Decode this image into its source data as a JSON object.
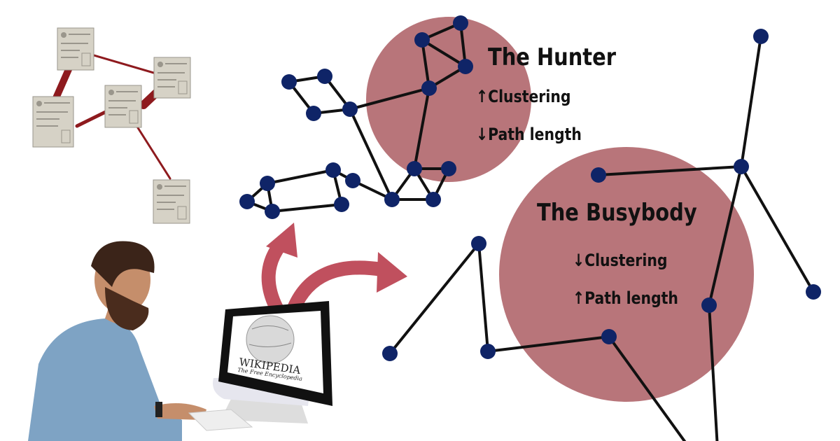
{
  "colors": {
    "circle": "#b46e73",
    "node": "#0f2467",
    "edge": "#111111",
    "arrow": "#c0505e",
    "doc_link": "#8e1a1e",
    "paper": "#d6d2c6"
  },
  "hunter": {
    "title": "The Hunter",
    "metrics": [
      {
        "label": "Clustering",
        "direction": "up"
      },
      {
        "label": "Path length",
        "direction": "down"
      }
    ]
  },
  "busybody": {
    "title": "The Busybody",
    "metrics": [
      {
        "label": "Clustering",
        "direction": "down"
      },
      {
        "label": "Path length",
        "direction": "up"
      }
    ]
  },
  "monitor": {
    "logo_title": "WIKIPEDIA",
    "logo_subtitle": "The Free Encyclopedia"
  },
  "icons": [
    "document-icon",
    "globe-icon",
    "arrow-icon",
    "person-illustration"
  ]
}
